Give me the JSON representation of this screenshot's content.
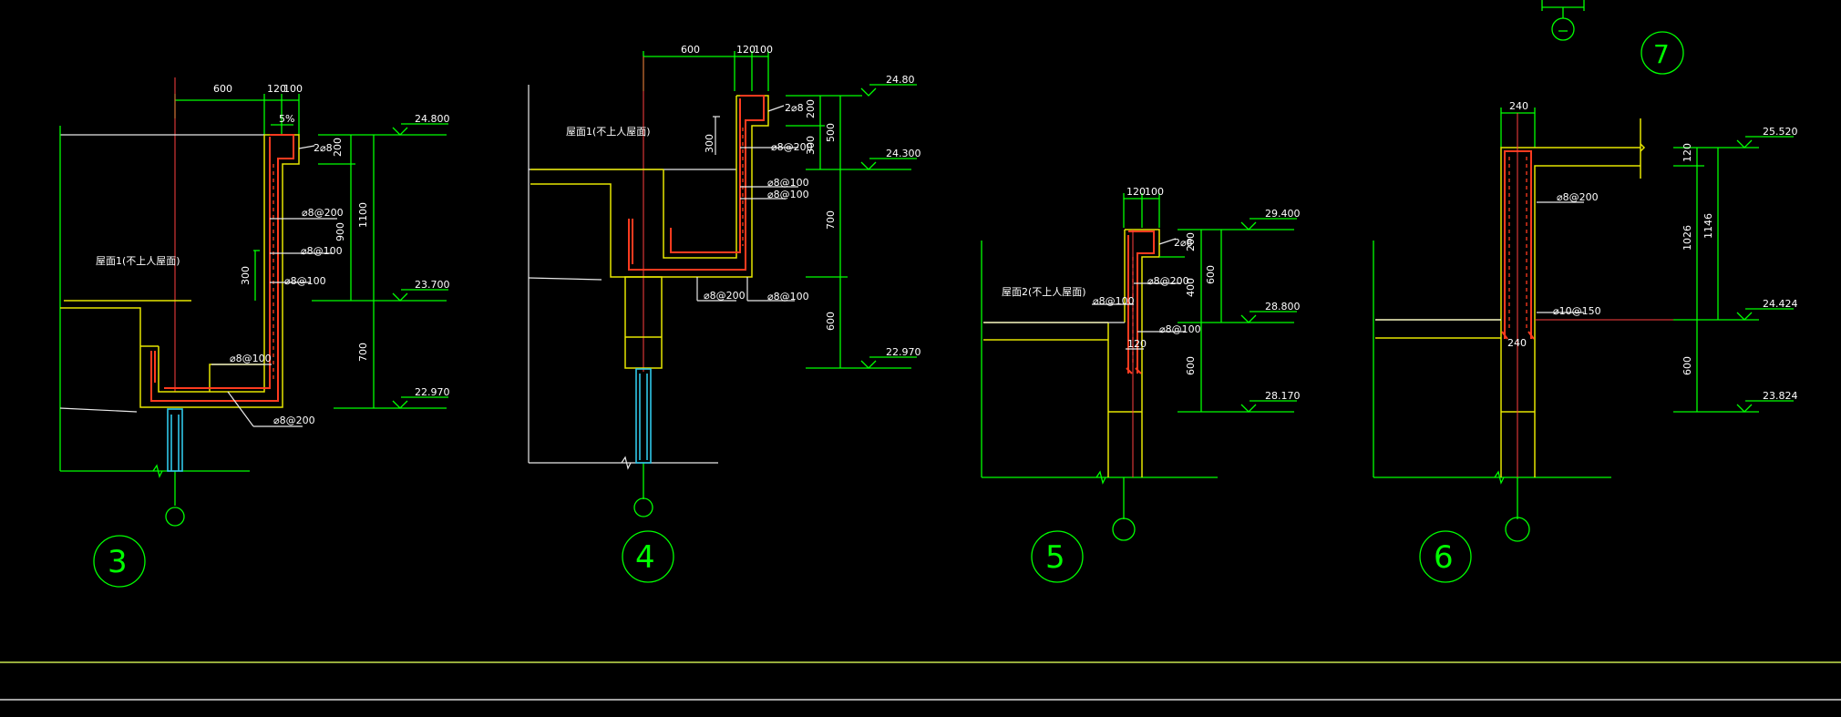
{
  "detail3": {
    "number": "3",
    "dims": [
      "600",
      "120",
      "100",
      "5%",
      "200",
      "1100",
      "900",
      "300",
      "700"
    ],
    "elevations": [
      "24.800",
      "23.700",
      "22.970"
    ],
    "rebar": [
      "2⌀8",
      "⌀8@200",
      "⌀8@100",
      "⌀8@100",
      "⌀8@100",
      "⌀8@200"
    ],
    "label": "屋面1(不上人屋面)"
  },
  "detail4": {
    "number": "4",
    "dims": [
      "600",
      "120",
      "100",
      "200",
      "500",
      "300",
      "700",
      "600",
      "300"
    ],
    "elevations": [
      "24.80",
      "24.300",
      "22.970"
    ],
    "rebar": [
      "2⌀8",
      "⌀8@200",
      "⌀8@100",
      "⌀8@100",
      "⌀8@200",
      "⌀8@100"
    ],
    "label": "屋面1(不上人屋面)"
  },
  "detail5": {
    "number": "5",
    "dims": [
      "120",
      "100",
      "200",
      "600",
      "400",
      "120",
      "600"
    ],
    "elevations": [
      "29.400",
      "28.800",
      "28.170"
    ],
    "rebar": [
      "2⌀8",
      "⌀8@200",
      "⌀8@100",
      "⌀8@100"
    ],
    "label": "屋面2(不上人屋面)"
  },
  "detail6": {
    "number": "6",
    "dims": [
      "240",
      "120",
      "1026",
      "1146",
      "240",
      "600"
    ],
    "elevations": [
      "25.520",
      "24.424",
      "23.824"
    ],
    "rebar": [
      "⌀8@200",
      "⌀10@150"
    ]
  },
  "detail7": {
    "number": "7"
  },
  "colors": {
    "background": "#000000",
    "dimension": "#00ff00",
    "structure": "#e6e600",
    "rebar": "#ff3b1f",
    "column": "#2fc7e8"
  }
}
